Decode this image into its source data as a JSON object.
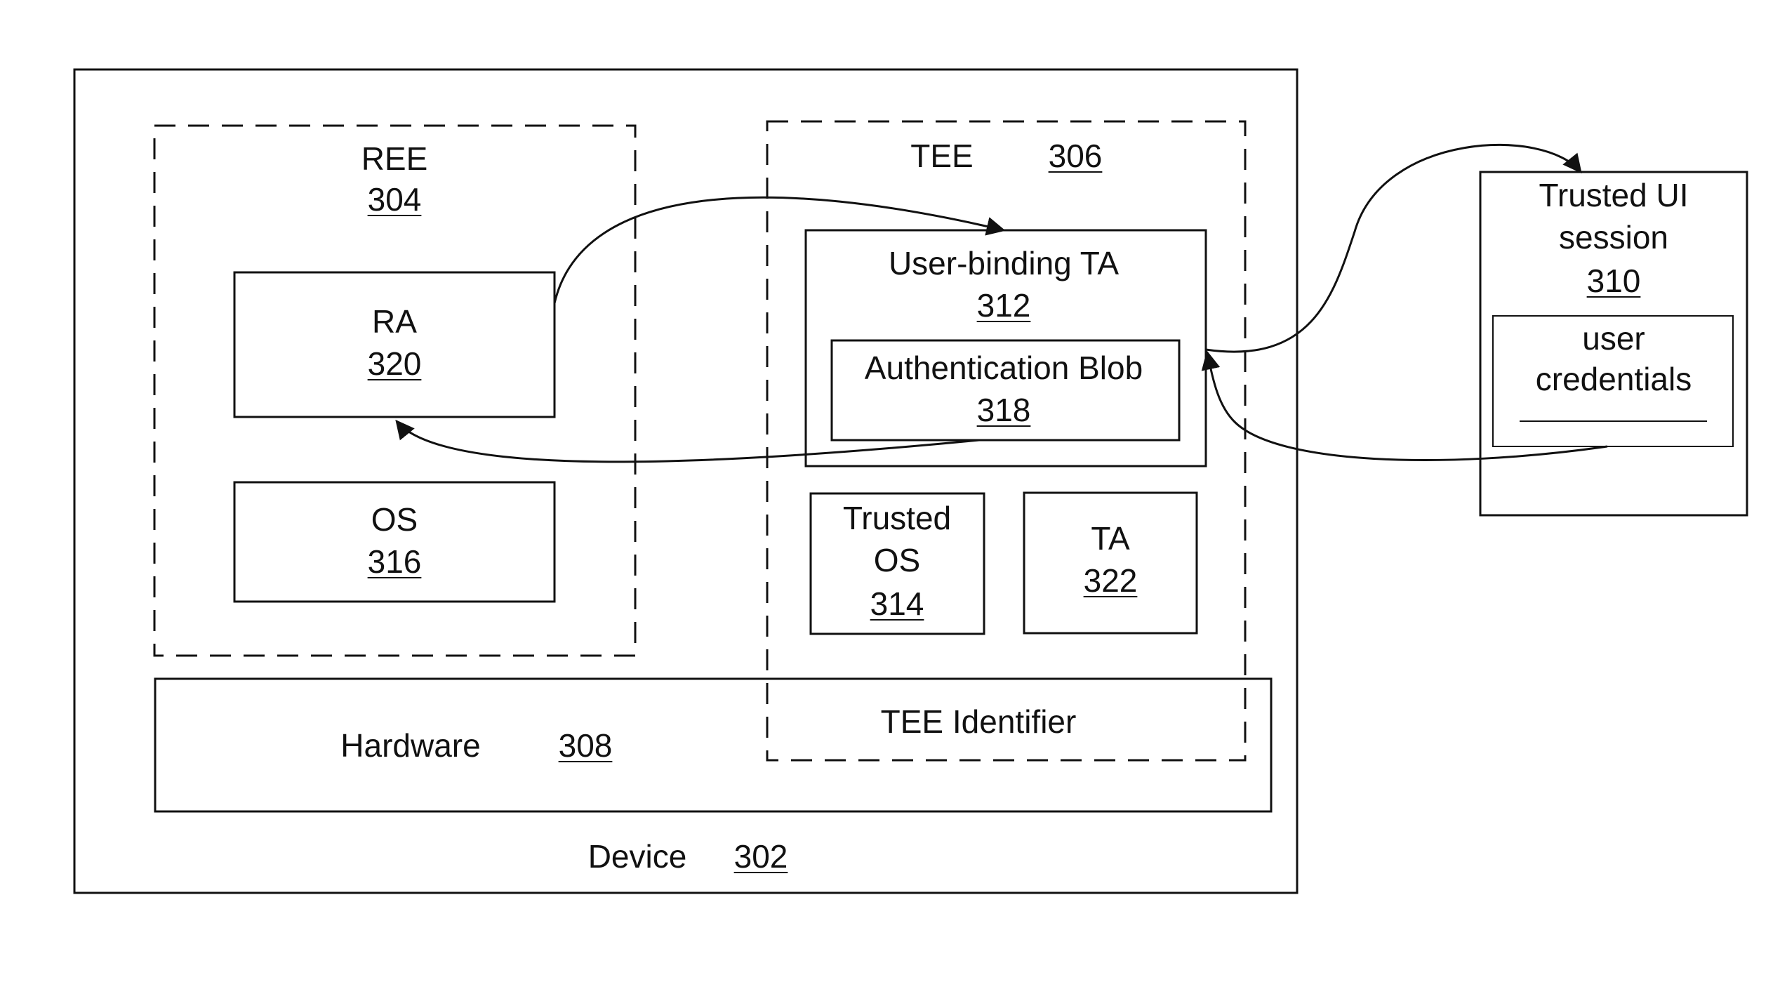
{
  "device": {
    "label": "Device",
    "ref": "302"
  },
  "ree": {
    "label": "REE",
    "ref": "304"
  },
  "tee": {
    "label": "TEE",
    "ref": "306"
  },
  "hardware": {
    "label": "Hardware",
    "ref": "308",
    "tee_identifier": "TEE Identifier"
  },
  "trusted_ui_session": {
    "label_line1": "Trusted UI",
    "label_line2": "session",
    "ref": "310",
    "credentials_line1": "user",
    "credentials_line2": "credentials"
  },
  "user_binding_ta": {
    "label": "User-binding TA",
    "ref": "312"
  },
  "authentication_blob": {
    "label": "Authentication Blob",
    "ref": "318"
  },
  "trusted_os": {
    "label_line1": "Trusted",
    "label_line2": "OS",
    "ref": "314"
  },
  "ra": {
    "label": "RA",
    "ref": "320"
  },
  "os": {
    "label": "OS",
    "ref": "316"
  },
  "ta": {
    "label": "TA",
    "ref": "322"
  }
}
